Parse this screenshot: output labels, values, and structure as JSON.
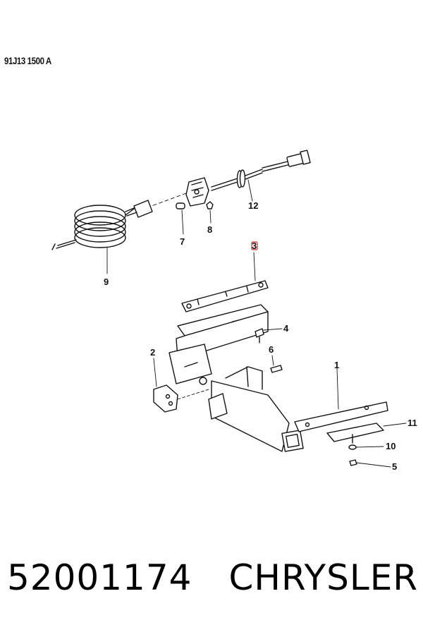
{
  "diagram_code": "91J13 1500 A",
  "part_number": "52001174",
  "brand": "CHRYSLER",
  "callouts": [
    "1",
    "2",
    "3",
    "4",
    "5",
    "6",
    "7",
    "8",
    "9",
    "10",
    "11",
    "12"
  ],
  "highlight_color": "#d0303a"
}
